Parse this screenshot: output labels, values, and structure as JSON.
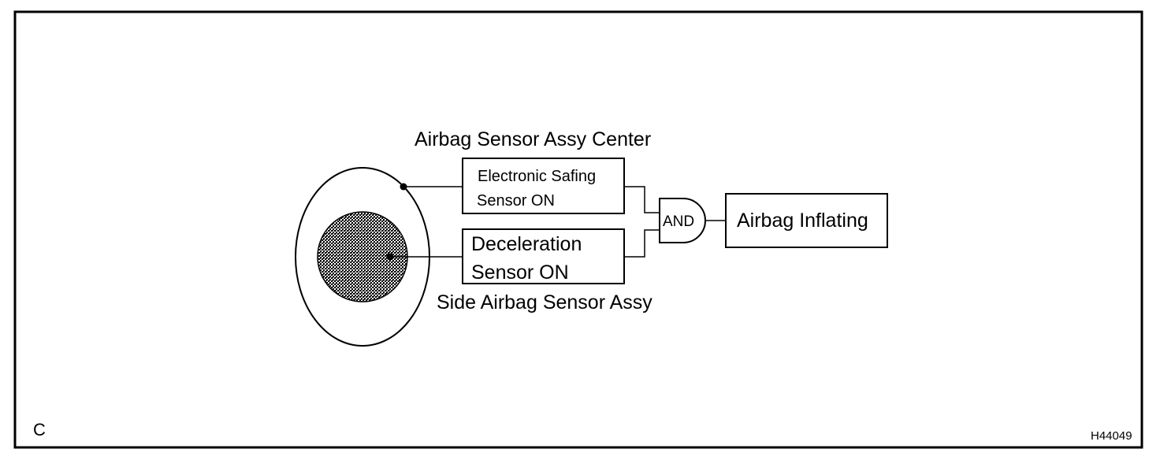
{
  "diagram": {
    "center_sensor_title": "Airbag Sensor Assy Center",
    "side_sensor_title": "Side Airbag Sensor Assy",
    "safing_box": {
      "line1": "Electronic Safing",
      "line2": "Sensor ON"
    },
    "decel_box": {
      "line1": "Deceleration",
      "line2": "Sensor ON"
    },
    "gate_label": "AND",
    "output_label": "Airbag Inflating",
    "corner_label": "C",
    "figure_code": "H44049"
  }
}
